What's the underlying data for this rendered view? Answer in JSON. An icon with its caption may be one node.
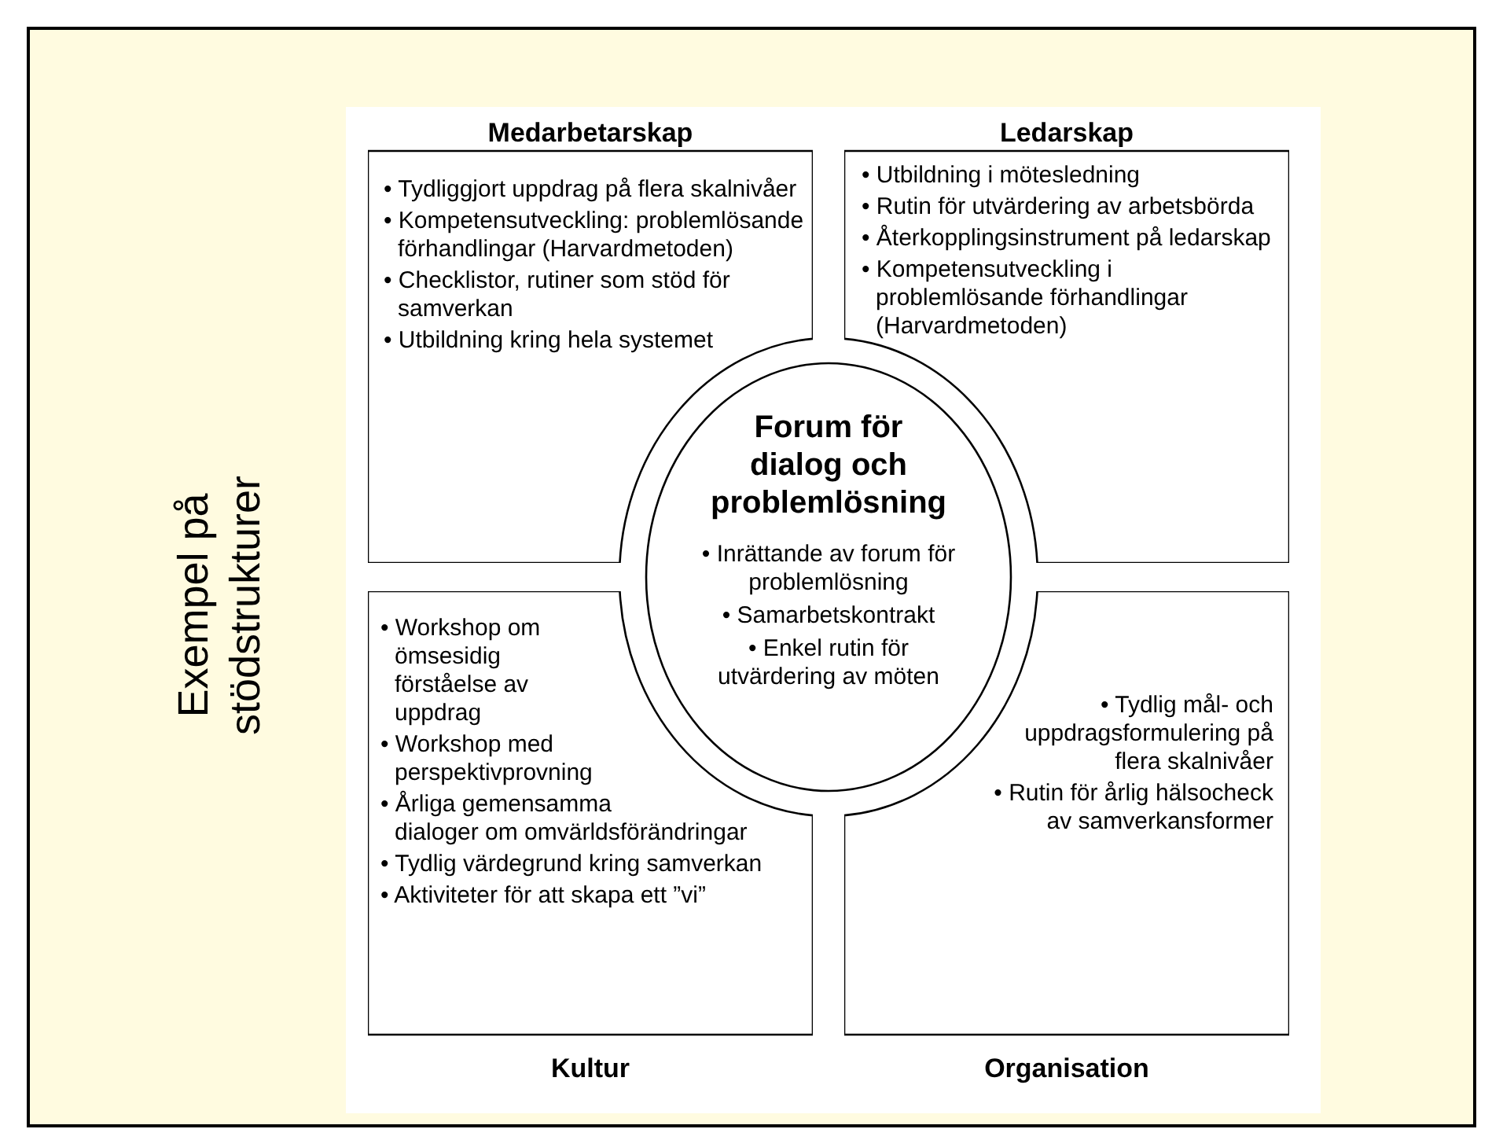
{
  "diagram": {
    "nodes": [
      {
        "text": [
          "Medarbetarskap",
          "• Tydliggjort uppdrag på flera skalnivåer",
          "• Kompetensutveckling: problemlösande förhandlingar (Harvardmetoden)",
          "• Checklistor, rutiner som stöd för samverkan",
          "• Utbildning kring hela systemet"
        ]
      },
      {
        "text": [
          "Ledarskap",
          "• Utbildning i mötesledning",
          "• Rutin för utvärdering av arbetsbörda",
          "• Återkopplingsinstrument på ledarskap",
          "• Kompetensutveckling i problemlösande förhandlingar (Harvardmetoden)"
        ]
      },
      {
        "text": [
          "Forum för dialog och problemlösning",
          "• Inrättande av forum för problemlösning",
          "• Samarbetskontrakt",
          "• Enkel rutin för utvärdering av möten"
        ]
      },
      {
        "text": [
          "• Workshop om ömsesidig förståelse av uppdrag",
          "• Workshop med perspektivprovning",
          "• Årliga gemensamma dialoger om omvärldsförändringar",
          "• Tydlig värdegrund kring samverkan",
          "• Aktiviteter för att skapa ett ”vi”",
          "Kultur"
        ]
      },
      {
        "text": [
          "• Tydlig mål- och uppdragsformulering på flera skalnivåer",
          "• Rutin för årlig hälsocheck av samverkansformer",
          "Organisation"
        ]
      }
    ],
    "labels": [
      "Exempel på stödstrukturer"
    ]
  }
}
